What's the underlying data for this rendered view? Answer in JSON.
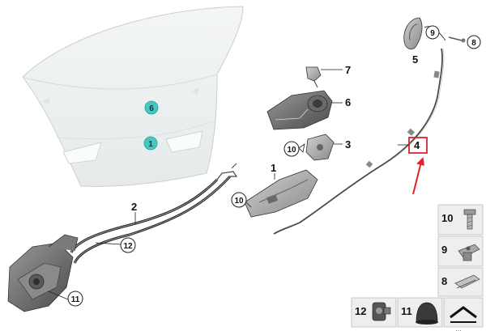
{
  "colors": {
    "highlight_circle": "#46c8c2",
    "callout_box": "#d9262c",
    "arrow": "#e0222a",
    "legend_bg": "#eeeeee",
    "lid_fill": "#f0f2f2",
    "part_fill": "#b8b8b8"
  },
  "parts_on_lid": {
    "label_6": "6",
    "label_1": "1"
  },
  "callouts": {
    "c1": "1",
    "c2": "2",
    "c3": "3",
    "c4": "4",
    "c5": "5",
    "c6": "6",
    "c7": "7",
    "c9": "9",
    "c8": "8",
    "c10a": "10",
    "c10b": "10",
    "c11": "11",
    "c12": "12"
  },
  "legend": {
    "l10": "10",
    "l9": "9",
    "l8": "8",
    "l12": "12",
    "l11": "11"
  },
  "footer": {
    "code": "…"
  }
}
